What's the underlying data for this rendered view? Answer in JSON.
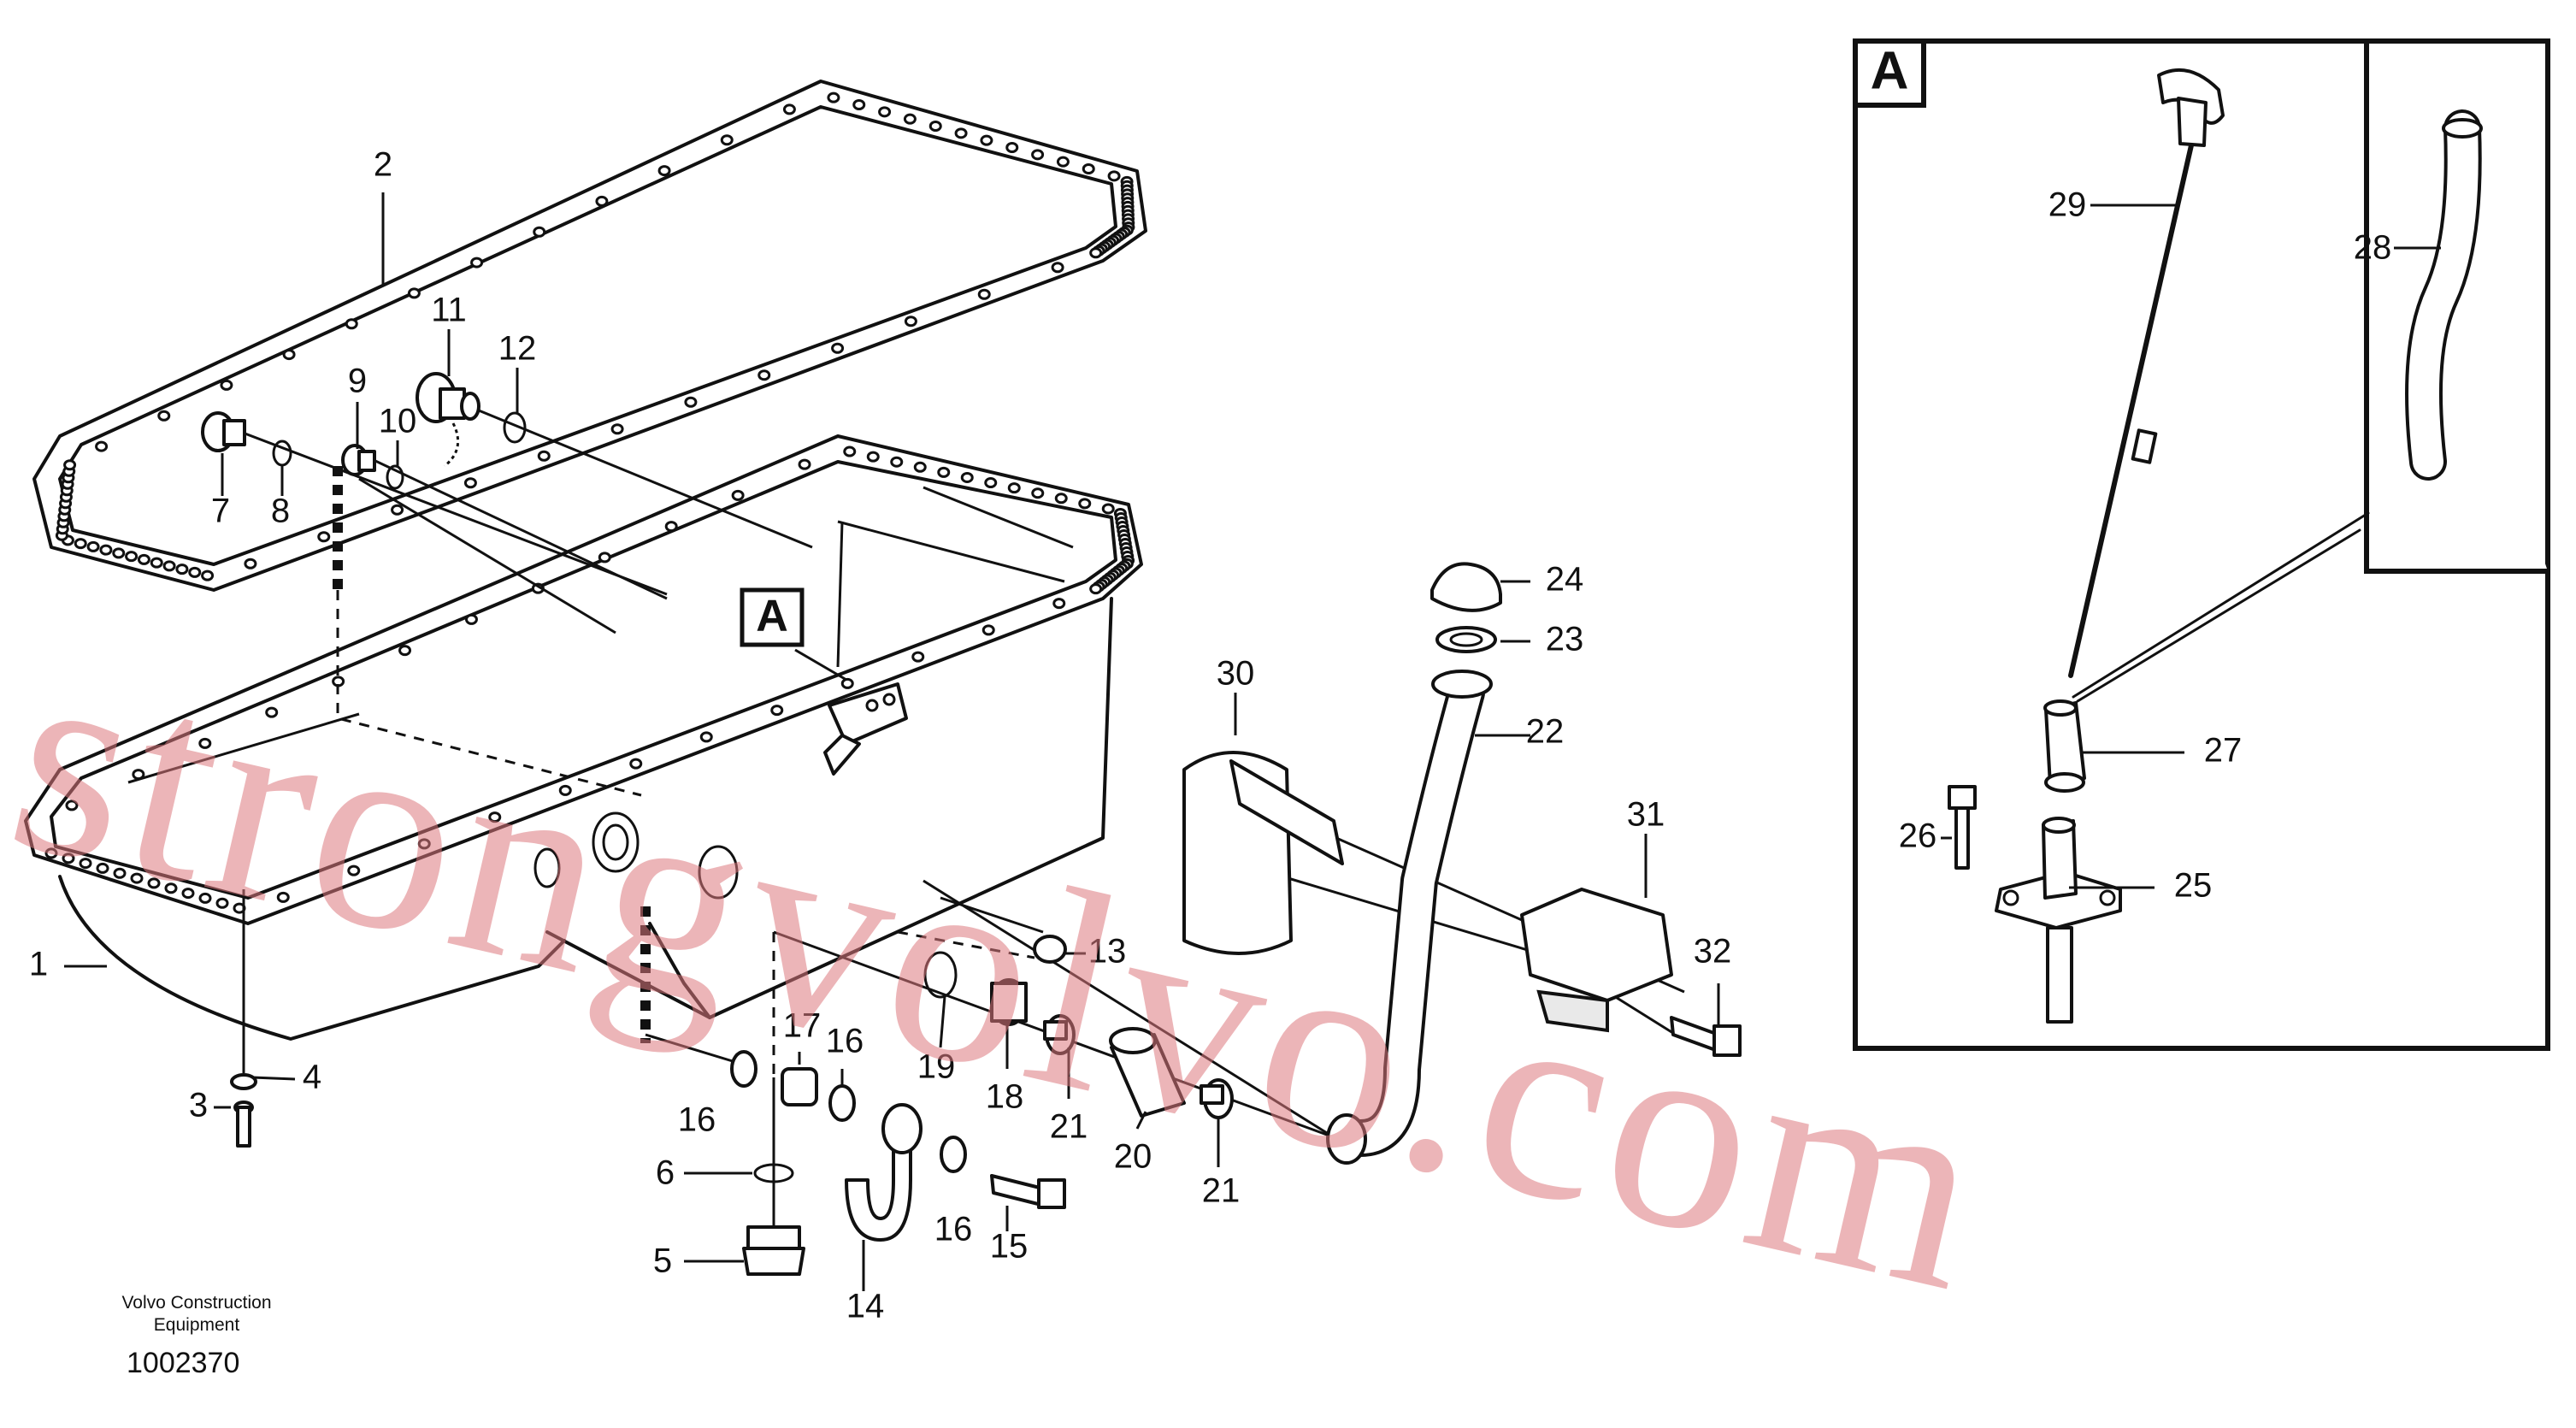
{
  "diagram": {
    "detail_label_main": "A",
    "detail_label_inset": "A",
    "callouts": [
      "1",
      "2",
      "3",
      "4",
      "5",
      "6",
      "7",
      "8",
      "9",
      "10",
      "11",
      "12",
      "13",
      "14",
      "15",
      "16",
      "16",
      "16",
      "17",
      "18",
      "19",
      "20",
      "21",
      "21",
      "22",
      "23",
      "24",
      "25",
      "26",
      "27",
      "28",
      "29",
      "30",
      "31",
      "32"
    ]
  },
  "footer": {
    "credit_line1": "Volvo Construction",
    "credit_line2": "Equipment",
    "drawing_number": "1002370"
  },
  "watermark": "strongvolvo.com"
}
